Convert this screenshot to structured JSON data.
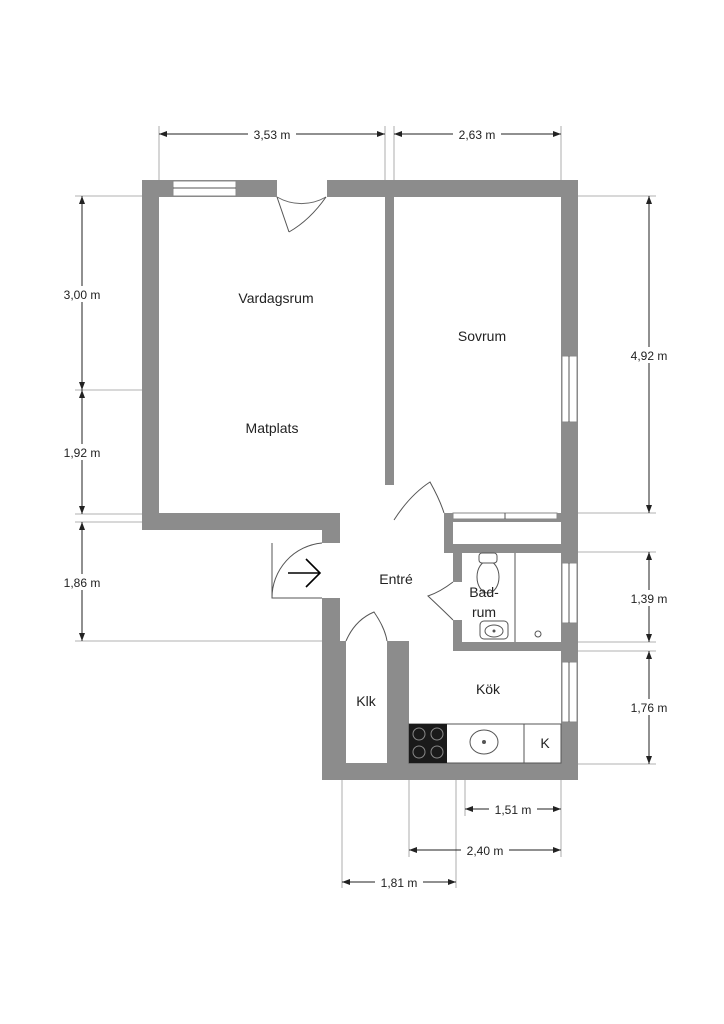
{
  "dimensions": {
    "top_left": "3,53 m",
    "top_right": "2,63 m",
    "left_top": "3,00 m",
    "left_middle": "1,92 m",
    "left_bottom": "1,86 m",
    "right_top": "4,92 m",
    "right_middle": "1,39 m",
    "right_bottom": "1,76 m",
    "bottom_1": "1,51 m",
    "bottom_2": "2,40 m",
    "bottom_3": "1,81 m"
  },
  "rooms": {
    "living": "Vardagsrum",
    "dining": "Matplats",
    "bedroom": "Sovrum",
    "entrance": "Entré",
    "bath_line1": "Bad-",
    "bath_line2": "rum",
    "kitchen": "Kök",
    "closet": "Klk",
    "fridge": "K"
  },
  "colors": {
    "wall": "#8c8c8c",
    "stove": "#1a1a1a"
  },
  "icons": [
    "entry-arrow-icon",
    "toilet-icon",
    "sink-icon",
    "stove-icon"
  ]
}
